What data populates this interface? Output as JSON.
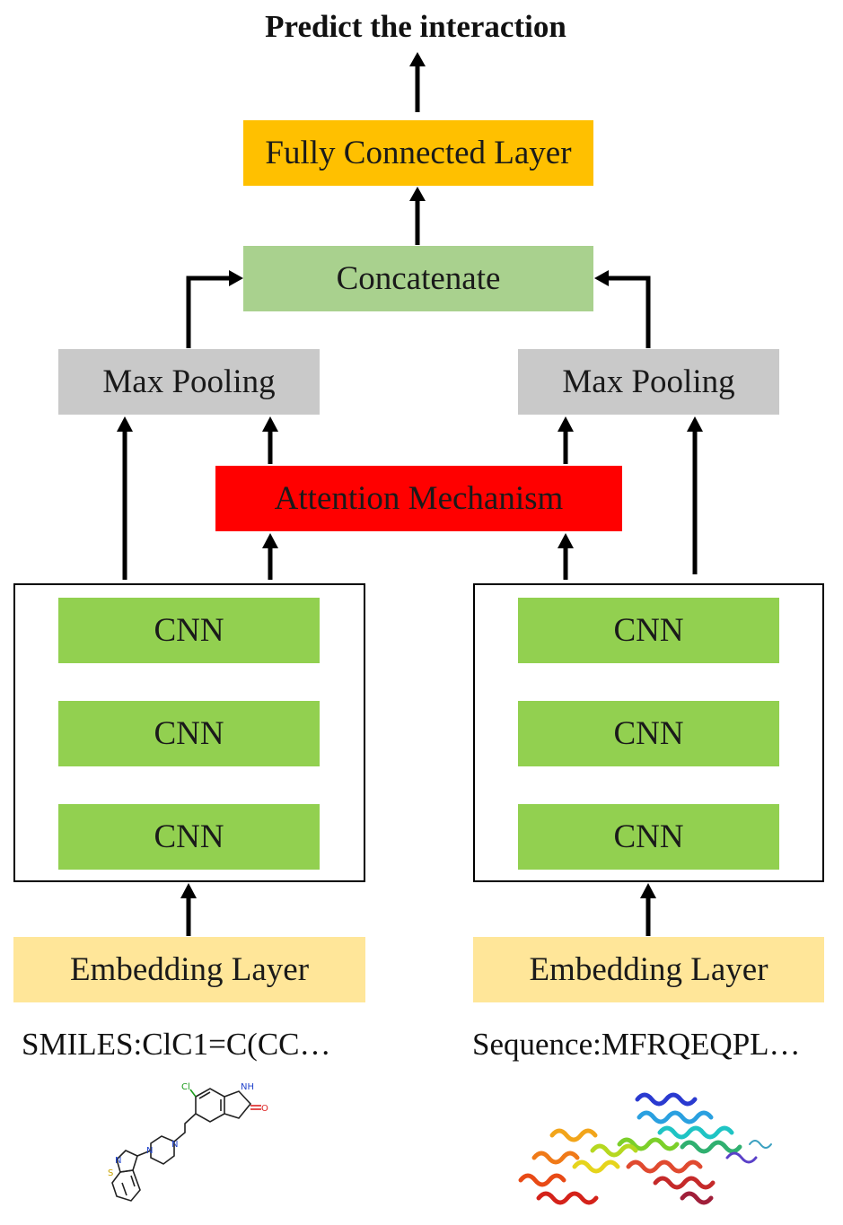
{
  "title": "Predict the interaction",
  "fully_connected": "Fully Connected Layer",
  "concatenate": "Concatenate",
  "left": {
    "max_pooling": "Max Pooling",
    "cnn": [
      "CNN",
      "CNN",
      "CNN"
    ],
    "embedding": "Embedding Layer",
    "input": "SMILES:ClC1=C(CC…",
    "molecule_atoms": [
      "Cl",
      "NH",
      "O",
      "N",
      "N",
      "S",
      "N"
    ]
  },
  "right": {
    "max_pooling": "Max Pooling",
    "cnn": [
      "CNN",
      "CNN",
      "CNN"
    ],
    "embedding": "Embedding Layer",
    "input": "Sequence:MFRQEQPL…"
  },
  "attention": "Attention Mechanism"
}
